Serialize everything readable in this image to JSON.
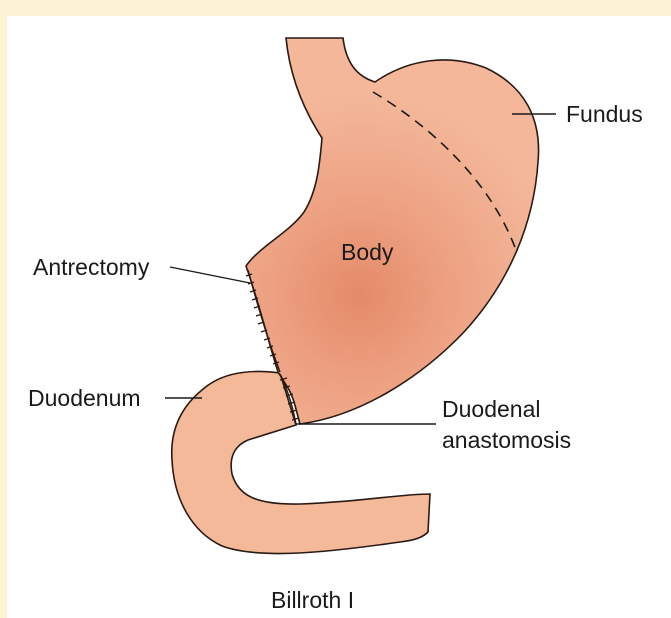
{
  "labels": {
    "fundus": "Fundus",
    "body": "Body",
    "antrectomy": "Antrectomy",
    "duodenum": "Duodenum",
    "duodenal_line1": "Duodenal",
    "duodenal_line2": "anastomosis",
    "caption": "Billroth I"
  },
  "colors": {
    "border": "#fdf2d3",
    "tissue": "#f0b090",
    "tissue_center": "#e48a68",
    "outline": "#2a1a14"
  }
}
